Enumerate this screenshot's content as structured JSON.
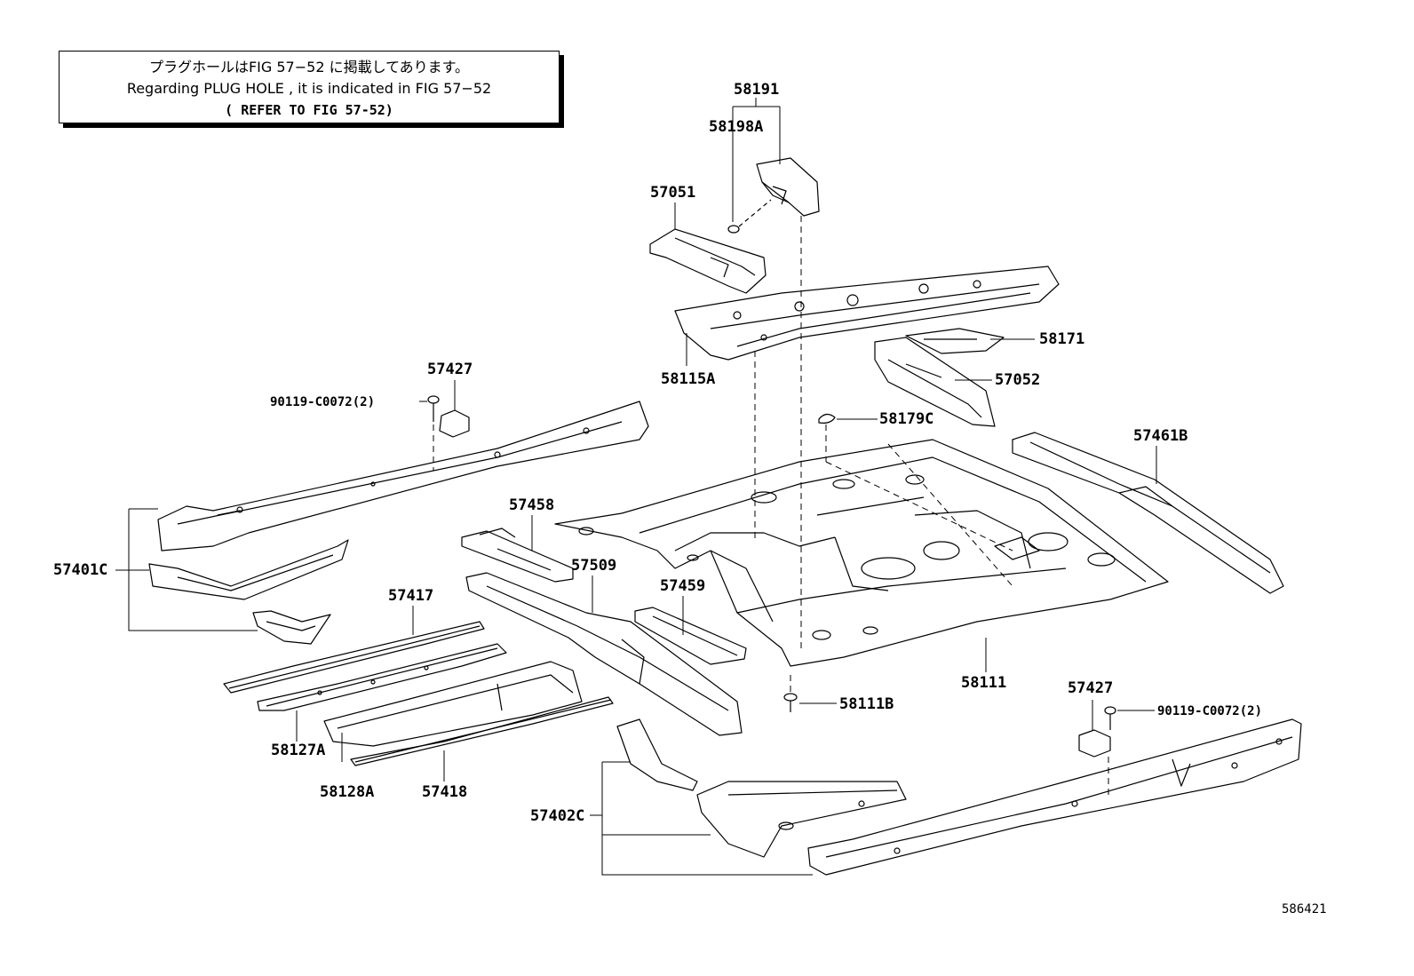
{
  "note": {
    "line1": "プラグホールはFIG 57−52 に掲載してあります。",
    "line2": "Regarding  PLUG  HOLE , it is indicated in FIG  57−52",
    "line3": "( REFER TO FIG 57-52)"
  },
  "parts": {
    "p58191": "58191",
    "p58198A": "58198A",
    "p57051": "57051",
    "p58115A": "58115A",
    "p58171": "58171",
    "p57052": "57052",
    "p58179C": "58179C",
    "p57461B": "57461B",
    "p57427a": "57427",
    "p90119a": "90119-C0072(2)",
    "p57401C": "57401C",
    "p57458": "57458",
    "p57509": "57509",
    "p57459": "57459",
    "p57417": "57417",
    "p58127A": "58127A",
    "p58128A": "58128A",
    "p57418": "57418",
    "p58111": "58111",
    "p58111B": "58111B",
    "p57427b": "57427",
    "p90119b": "90119-C0072(2)",
    "p57402C": "57402C"
  },
  "figure_number": "586421"
}
